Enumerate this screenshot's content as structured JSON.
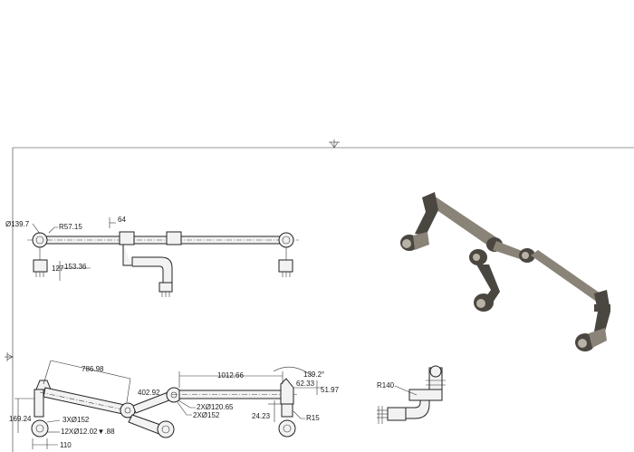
{
  "dimensions": {
    "top_view": {
      "dia_end": "Ø139.7",
      "radius_end": "R57.15",
      "offset_64": "64",
      "offset_127": "127",
      "length_153": "153.36"
    },
    "front_view": {
      "length_786": "786.98",
      "length_402": "402.92",
      "length_1012": "1012.66",
      "angle": "139.2°",
      "length_62": "62.33",
      "length_51": "51.97",
      "height_169": "169.24",
      "holes_152": "3XØ152",
      "holes_12": "12XØ12.02▼.88",
      "width_110": "110",
      "holes_120": "2XØ120.65",
      "holes_152b": "2XØ152",
      "length_24": "24.23",
      "radius_15": "R15"
    },
    "side_view": {
      "radius_140": "R140"
    }
  },
  "colors": {
    "line": "#222222",
    "metal_dark": "#4a4640",
    "metal_mid": "#8a8378",
    "metal_light": "#b9b2a6"
  }
}
